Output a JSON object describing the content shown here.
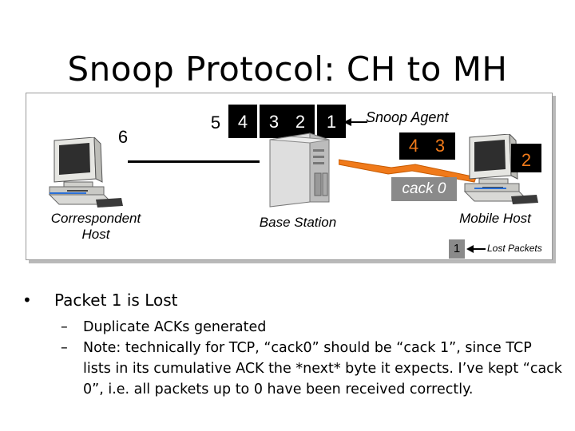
{
  "title": "Snoop Protocol: CH to MH",
  "ch_queue": "6",
  "bs_packets": [
    "5",
    "4",
    "3",
    "2",
    "1"
  ],
  "snoop_agent_label": "Snoop Agent",
  "wireless_packets": [
    "4",
    "3"
  ],
  "mh_packet": "2",
  "cack_label": "cack 0",
  "correspondent_host_label": "Correspondent\nHost",
  "base_station_label": "Base Station",
  "mobile_host_label": "Mobile Host",
  "lost_packet": "1",
  "lost_packets_label": "Lost Packets",
  "bullets": {
    "main": "Packet 1 is Lost",
    "sub1": "Duplicate ACKs generated",
    "sub2": "Note: technically for TCP, “cack0” should be “cack 1”, since TCP lists in its cumulative ACK the *next* byte it expects.  I’ve kept “cack 0”, i.e. all packets up to 0 have been received correctly."
  },
  "colors": {
    "link_orange": "#f07a1a",
    "packet_dark": "#000000",
    "cack_bg": "#8a8a8a"
  }
}
